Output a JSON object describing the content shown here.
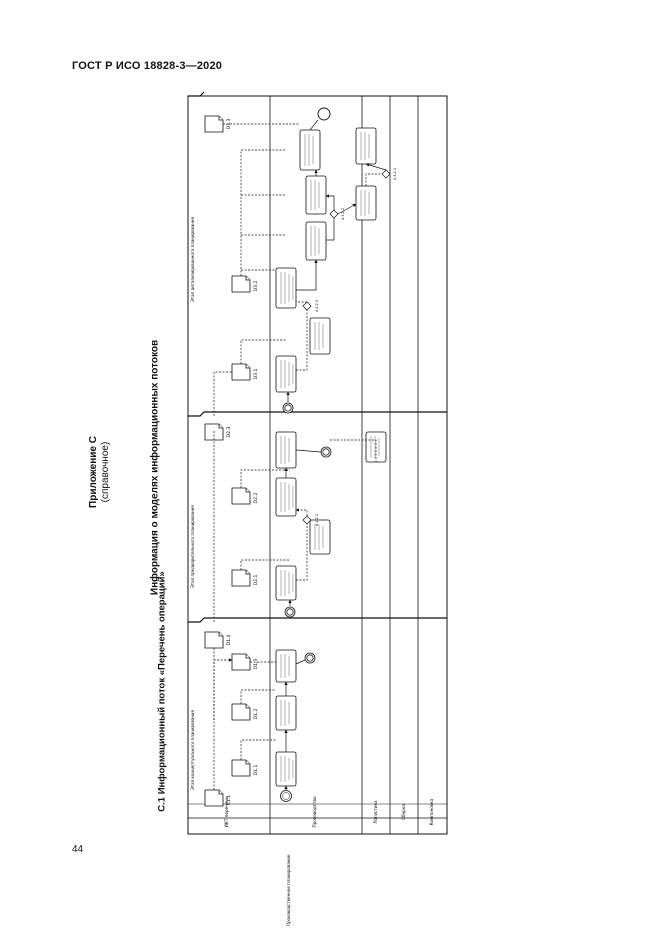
{
  "page": {
    "header": "ГОСТ Р ИСО 18828-3—2020",
    "page_number": "44",
    "appendix_title": "Приложение С",
    "appendix_subtitle": "(справочное)",
    "appendix_heading": "Информация о моделях информационных потоков",
    "section_title": "С.1 Информационный поток «Перечень операций»"
  },
  "diagram": {
    "pool_label": "Производственное планирование",
    "lanes": [
      "ИКТ перечень",
      "Производство",
      "Логистика",
      "Сборка",
      "Компоновка"
    ],
    "phases": [
      "Этап концептуального планирования",
      "Этап предварительного планирования",
      "Этап детализированного планирования"
    ],
    "documents": [
      "C1.1",
      "D1.1",
      "D1.2",
      "D1.3",
      "D1.4",
      "D2.1",
      "D2.2",
      "D2.3",
      "D3.1",
      "D3.2",
      "D3.3"
    ],
    "gateways": [
      "4.1.2.1",
      "4.3.2.3",
      "4.3.2.2",
      "4.3.2.1"
    ]
  }
}
